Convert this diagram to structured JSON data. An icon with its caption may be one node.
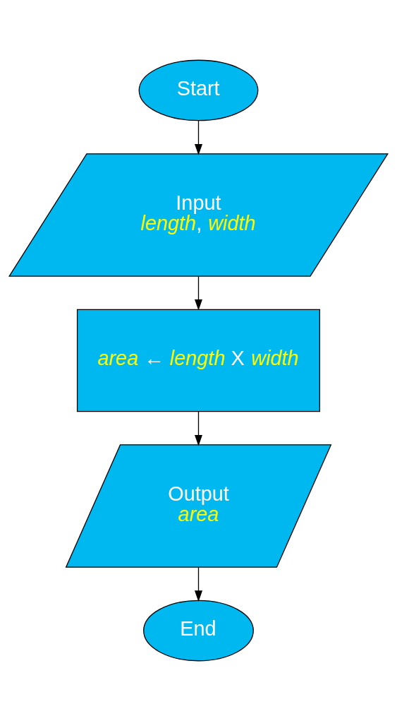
{
  "diagram": {
    "nodes": [
      {
        "text": [
          "Start"
        ]
      },
      {
        "text": [
          "Input",
          "*length*, *width*"
        ]
      },
      {
        "text": [
          "*area* ← *length* X *width*"
        ]
      },
      {
        "text": [
          "Output",
          "*area*"
        ]
      },
      {
        "text": [
          "End"
        ]
      }
    ],
    "edges": [
      {
        "from": 0,
        "to": 1,
        "arrow": "to"
      },
      {
        "from": 1,
        "to": 2,
        "arrow": "to"
      },
      {
        "from": 2,
        "to": 3,
        "arrow": "to"
      },
      {
        "from": 3,
        "to": 4,
        "arrow": "to"
      }
    ]
  }
}
